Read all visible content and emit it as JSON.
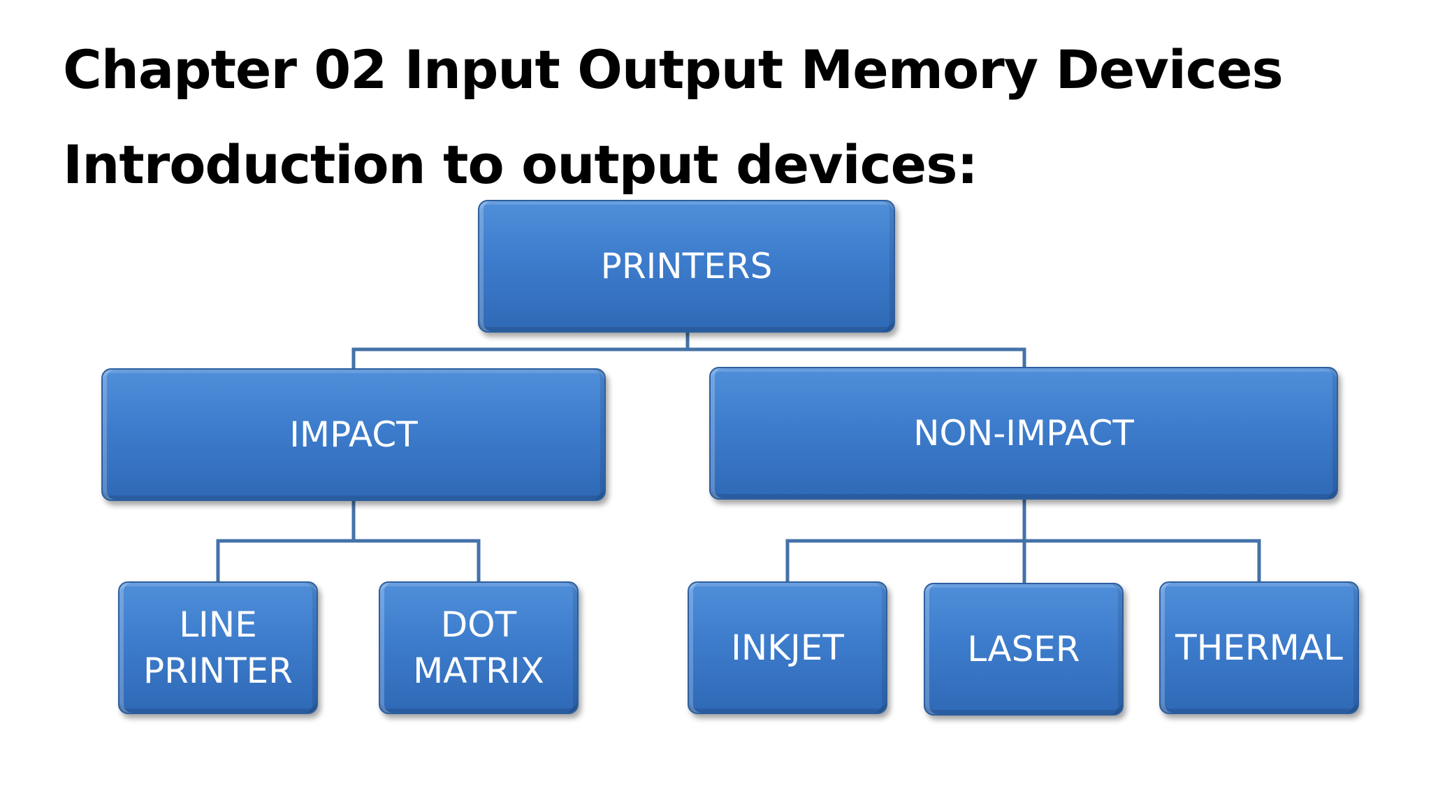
{
  "slide": {
    "chapter_title": "Chapter 02 Input Output Memory Devices",
    "section_title": "Introduction to output devices:"
  },
  "diagram": {
    "root": {
      "label": "PRINTERS"
    },
    "branches": [
      {
        "label": "IMPACT",
        "children": [
          {
            "lines": [
              "LINE",
              "PRINTER"
            ]
          },
          {
            "lines": [
              "DOT",
              "MATRIX"
            ]
          }
        ]
      },
      {
        "label": "NON-IMPACT",
        "children": [
          {
            "lines": [
              "INKJET"
            ]
          },
          {
            "lines": [
              "LASER"
            ]
          },
          {
            "lines": [
              "THERMAL"
            ]
          }
        ]
      }
    ],
    "colors": {
      "box_fill": "#3d7ccc",
      "box_border": "#2d5f9e",
      "connector": "#4472a8",
      "text": "#ffffff"
    }
  }
}
